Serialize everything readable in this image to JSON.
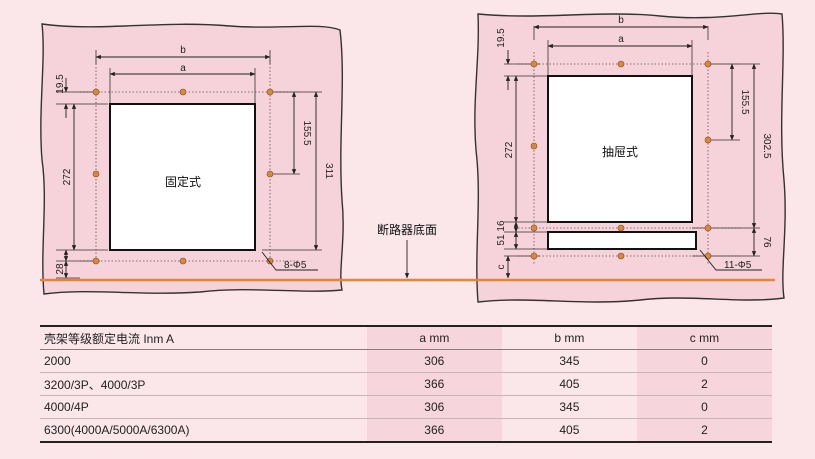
{
  "left_panel": {
    "mode_label": "固定式",
    "dims": {
      "b": "b",
      "a": "a",
      "top": "19.5",
      "height": "272",
      "bottom": "28",
      "inner": "155.5",
      "outer": "311"
    },
    "holes_label": "8-Φ5"
  },
  "right_panel": {
    "mode_label": "抽屉式",
    "dims": {
      "b": "b",
      "a": "a",
      "top": "19.5",
      "height": "272",
      "small": "51",
      "small2": "16",
      "c": "c",
      "inner": "155.5",
      "outer": "302.5",
      "lower": "76"
    },
    "holes_label": "11-Φ5"
  },
  "base_label": "断路器底面",
  "colors": {
    "accent_line": "#e8862e",
    "hole": "#d98840",
    "background": "#fbe6ea",
    "blob": "#f5d3d9"
  },
  "table": {
    "headers": [
      "壳架等级额定电流  Inm  A",
      "a  mm",
      "b  mm",
      "c  mm"
    ],
    "rows": [
      [
        "2000",
        "306",
        "345",
        "0"
      ],
      [
        "3200/3P、4000/3P",
        "366",
        "405",
        "2"
      ],
      [
        "4000/4P",
        "306",
        "345",
        "0"
      ],
      [
        "6300(4000A/5000A/6300A)",
        "366",
        "405",
        "2"
      ]
    ]
  }
}
